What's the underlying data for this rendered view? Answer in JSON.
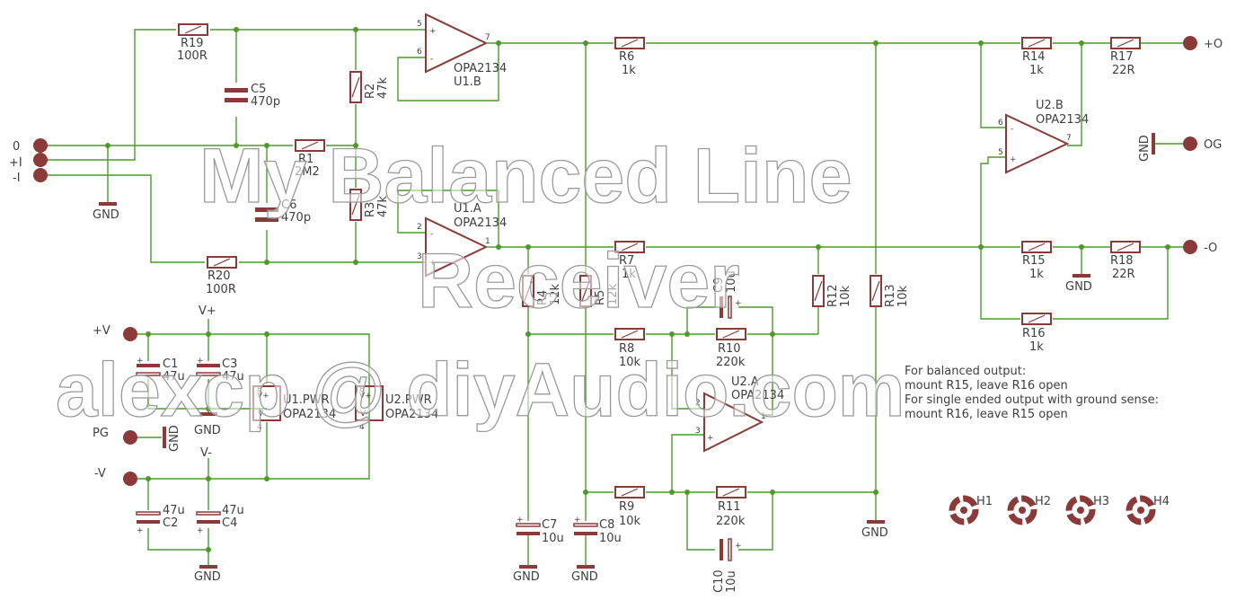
{
  "watermark": {
    "line1": "My Balanced Line",
    "line2": "Receiver",
    "line3": "alexcp @ diyAudio.com"
  },
  "note": {
    "line1": "For balanced output:",
    "line2": "mount R15, leave R16 open",
    "line3": "For single ended output with ground sense:",
    "line4": "mount R16, leave R15 open"
  },
  "connectors": {
    "in_0": "0",
    "in_pos": "+I",
    "in_neg": "-I",
    "out_pos": "+O",
    "out_gnd": "OG",
    "out_neg": "-O",
    "vpos": "+V",
    "pg": "PG",
    "vneg": "-V",
    "vpos_net": "V+",
    "vneg_net": "V-"
  },
  "gnd": "GND",
  "resistors": {
    "R19": {
      "name": "R19",
      "value": "100R"
    },
    "R20": {
      "name": "R20",
      "value": "100R"
    },
    "R1": {
      "name": "R1",
      "value": "2M2"
    },
    "R2": {
      "name": "R2",
      "value": "47k"
    },
    "R3": {
      "name": "R3",
      "value": "47k"
    },
    "R4": {
      "name": "R4",
      "value": "12k"
    },
    "R5": {
      "name": "R5",
      "value": "12k"
    },
    "R6": {
      "name": "R6",
      "value": "1k"
    },
    "R7": {
      "name": "R7",
      "value": "1k"
    },
    "R8": {
      "name": "R8",
      "value": "10k"
    },
    "R9": {
      "name": "R9",
      "value": "10k"
    },
    "R10": {
      "name": "R10",
      "value": "220k"
    },
    "R11": {
      "name": "R11",
      "value": "220k"
    },
    "R12": {
      "name": "R12",
      "value": "10k"
    },
    "R13": {
      "name": "R13",
      "value": "10k"
    },
    "R14": {
      "name": "R14",
      "value": "1k"
    },
    "R15": {
      "name": "R15",
      "value": "1k"
    },
    "R16": {
      "name": "R16",
      "value": "1k"
    },
    "R17": {
      "name": "R17",
      "value": "22R"
    },
    "R18": {
      "name": "R18",
      "value": "22R"
    }
  },
  "capacitors": {
    "C1": {
      "name": "C1",
      "value": "47u"
    },
    "C2": {
      "name": "C2",
      "value": "47u"
    },
    "C3": {
      "name": "C3",
      "value": "47u"
    },
    "C4": {
      "name": "C4",
      "value": "47u"
    },
    "C5": {
      "name": "C5",
      "value": "470p"
    },
    "C6": {
      "name": "C6",
      "value": "470p"
    },
    "C7": {
      "name": "C7",
      "value": "10u"
    },
    "C8": {
      "name": "C8",
      "value": "10u"
    },
    "C9": {
      "name": "C9",
      "value": "10u"
    },
    "C10": {
      "name": "C10",
      "value": "10u"
    }
  },
  "opamps": {
    "U1B": {
      "name": "U1.B",
      "part": "OPA2134"
    },
    "U1A": {
      "name": "U1.A",
      "part": "OPA2134"
    },
    "U2A": {
      "name": "U2.A",
      "part": "OPA2134"
    },
    "U2B": {
      "name": "U2.B",
      "part": "OPA2134"
    },
    "U1PWR": {
      "name": "U1.PWR",
      "part": "OPA2134"
    },
    "U2PWR": {
      "name": "U2.PWR",
      "part": "OPA2134"
    }
  },
  "pins": {
    "p1": "1",
    "p2": "2",
    "p3": "3",
    "p4": "4",
    "p5": "5",
    "p6": "6",
    "p7": "7",
    "p8": "8",
    "plus": "+",
    "minus": "-",
    "vplus": "V+",
    "vminus": "V-"
  },
  "holes": {
    "H1": "H1",
    "H2": "H2",
    "H3": "H3",
    "H4": "H4"
  }
}
